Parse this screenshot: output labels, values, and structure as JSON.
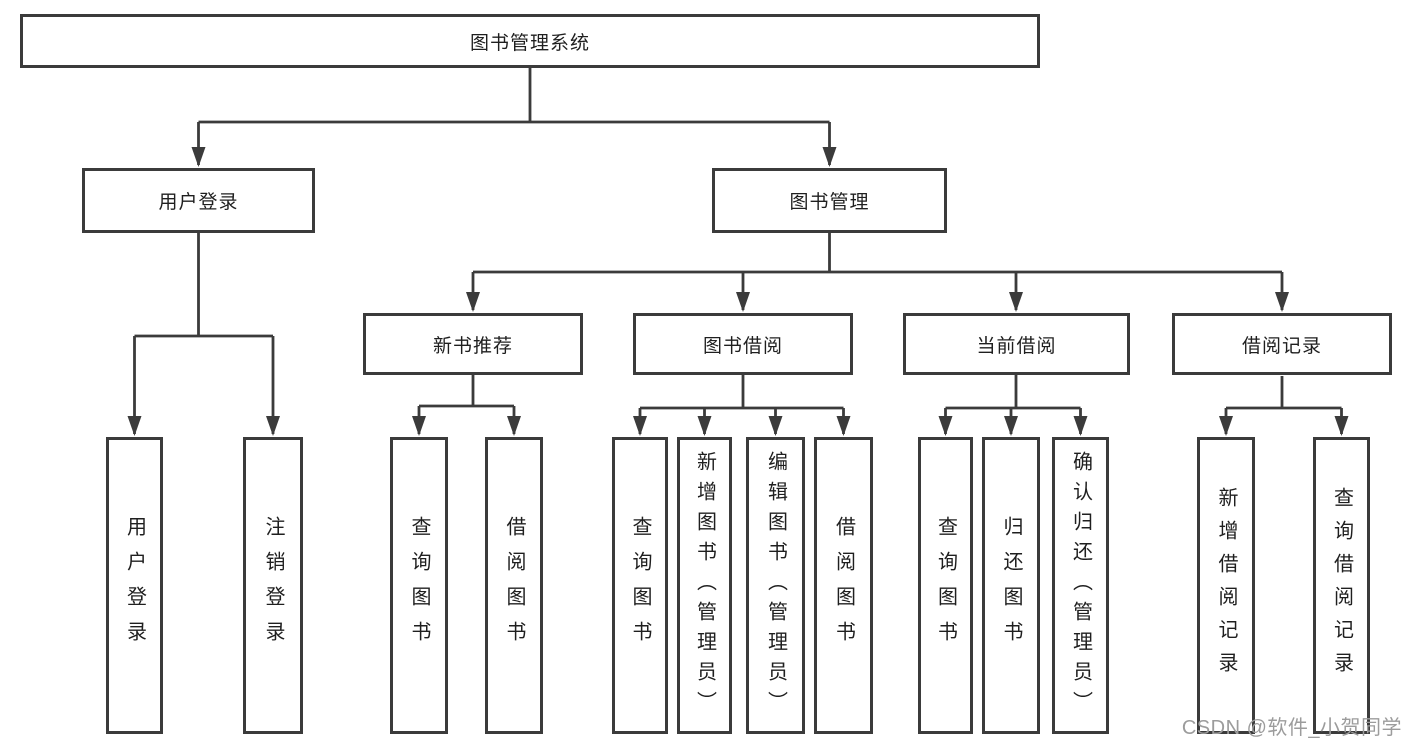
{
  "tree": {
    "root": {
      "label": "图书管理系统",
      "children": [
        {
          "label": "用户登录",
          "children": [
            {
              "label": "用户登录"
            },
            {
              "label": "注销登录"
            }
          ]
        },
        {
          "label": "图书管理",
          "children": [
            {
              "label": "新书推荐",
              "children": [
                {
                  "label": "查询图书"
                },
                {
                  "label": "借阅图书"
                }
              ]
            },
            {
              "label": "图书借阅",
              "children": [
                {
                  "label": "查询图书"
                },
                {
                  "label": "新增图书（管理员）"
                },
                {
                  "label": "编辑图书（管理员）"
                },
                {
                  "label": "借阅图书"
                }
              ]
            },
            {
              "label": "当前借阅",
              "children": [
                {
                  "label": "查询图书"
                },
                {
                  "label": "归还图书"
                },
                {
                  "label": "确认归还（管理员）"
                }
              ]
            },
            {
              "label": "借阅记录",
              "children": [
                {
                  "label": "新增借阅记录"
                },
                {
                  "label": "查询借阅记录"
                }
              ]
            }
          ]
        }
      ]
    }
  },
  "watermark": {
    "text": "CSDN @软件_小贺同学"
  },
  "colors": {
    "line": "#3b3b3b",
    "box_border": "#3b3b3b",
    "box_background": "#ffffff",
    "text": "#1f1f1f",
    "watermark": "#9c9c9c",
    "page_background": "#ffffff"
  }
}
